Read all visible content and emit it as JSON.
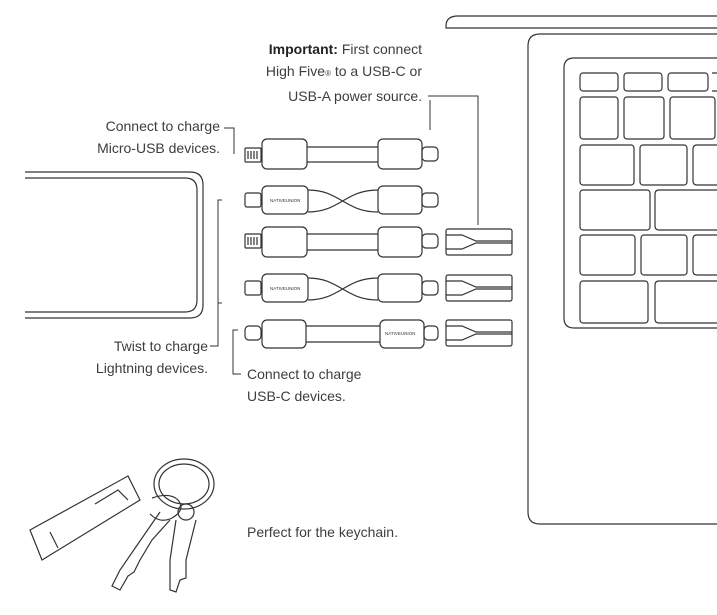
{
  "important": {
    "bold": "Important:",
    "line1": "First connect",
    "line2a": "High Five",
    "reg": "®",
    "line2b": " to a USB-C or",
    "line3": "USB-A power source."
  },
  "micro_usb": {
    "line1": "Connect to charge",
    "line2": "Micro-USB devices."
  },
  "lightning": {
    "line1": "Twist to charge",
    "line2": "Lightning devices."
  },
  "usb_c": {
    "line1": "Connect to charge",
    "line2": "USB-C devices."
  },
  "keychain": "Perfect for the keychain.",
  "cable_brand": "NATIVEUNION",
  "colors": {
    "stroke": "#333333",
    "label_text": "#3d3d3d"
  }
}
